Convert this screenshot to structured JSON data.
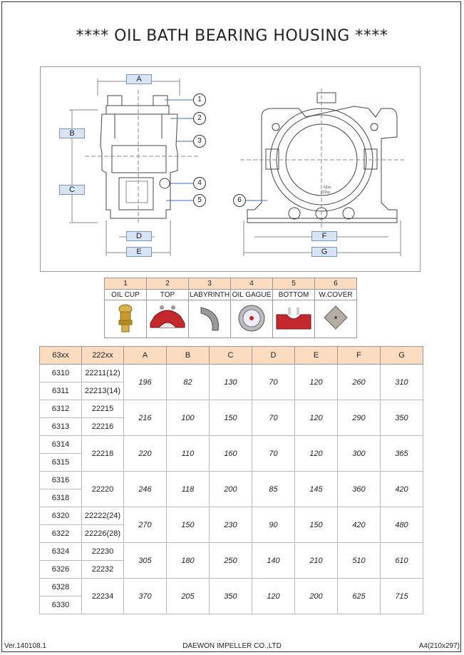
{
  "title": "**** OIL BATH BEARING HOUSING ****",
  "dimension_labels": [
    "A",
    "B",
    "C",
    "D",
    "E",
    "F",
    "G"
  ],
  "callouts": [
    "1",
    "2",
    "3",
    "4",
    "5",
    "6"
  ],
  "side_text": [
    "63xx",
    "222xx"
  ],
  "parts": [
    {
      "num": "1",
      "label": "OIL CUP",
      "icon": "oil-cup-icon"
    },
    {
      "num": "2",
      "label": "TOP",
      "icon": "housing-top-icon"
    },
    {
      "num": "3",
      "label": "LABYRINTH",
      "icon": "labyrinth-seal-icon"
    },
    {
      "num": "4",
      "label": "OIL GAGUE",
      "icon": "oil-gauge-icon"
    },
    {
      "num": "5",
      "label": "BOTTOM",
      "icon": "housing-bottom-icon"
    },
    {
      "num": "6",
      "label": "W.COVER",
      "icon": "cover-plate-icon"
    }
  ],
  "table": {
    "headers": [
      "63xx",
      "222xx",
      "A",
      "B",
      "C",
      "D",
      "E",
      "F",
      "G"
    ],
    "groups": [
      {
        "rows": [
          [
            "6310",
            "22211(12)"
          ],
          [
            "6311",
            "22213(14)"
          ]
        ],
        "combined_222": false,
        "dims": [
          "196",
          "82",
          "130",
          "70",
          "120",
          "260",
          "310"
        ]
      },
      {
        "rows": [
          [
            "6312",
            "22215"
          ],
          [
            "6313",
            "22216"
          ]
        ],
        "combined_222": false,
        "dims": [
          "216",
          "100",
          "150",
          "70",
          "120",
          "290",
          "350"
        ]
      },
      {
        "rows": [
          [
            "6314",
            ""
          ],
          [
            "6315",
            ""
          ]
        ],
        "combined_222": true,
        "bearing_222": "22218",
        "dims": [
          "220",
          "110",
          "160",
          "70",
          "120",
          "300",
          "365"
        ]
      },
      {
        "rows": [
          [
            "6316",
            ""
          ],
          [
            "6318",
            ""
          ]
        ],
        "combined_222": true,
        "bearing_222": "22220",
        "dims": [
          "246",
          "118",
          "200",
          "85",
          "145",
          "360",
          "420"
        ]
      },
      {
        "rows": [
          [
            "6320",
            "22222(24)"
          ],
          [
            "6322",
            "22226(28)"
          ]
        ],
        "combined_222": false,
        "dims": [
          "270",
          "150",
          "230",
          "90",
          "150",
          "420",
          "480"
        ]
      },
      {
        "rows": [
          [
            "6324",
            "22230"
          ],
          [
            "6326",
            "22232"
          ]
        ],
        "combined_222": false,
        "dims": [
          "305",
          "180",
          "250",
          "140",
          "210",
          "510",
          "610"
        ]
      },
      {
        "rows": [
          [
            "6328",
            ""
          ],
          [
            "6330",
            ""
          ]
        ],
        "combined_222": true,
        "bearing_222": "22234",
        "dims": [
          "370",
          "205",
          "350",
          "120",
          "200",
          "625",
          "715"
        ]
      }
    ]
  },
  "footer": {
    "version": "Ver.140108.1",
    "company": "DAEWON IMPELLER CO.,LTD",
    "paper": "A4(210x297)"
  },
  "colors": {
    "header_fill": "#fbdcc1",
    "dim_box_fill": "#d8e3f3",
    "callout_line": "#3a6fc4"
  }
}
